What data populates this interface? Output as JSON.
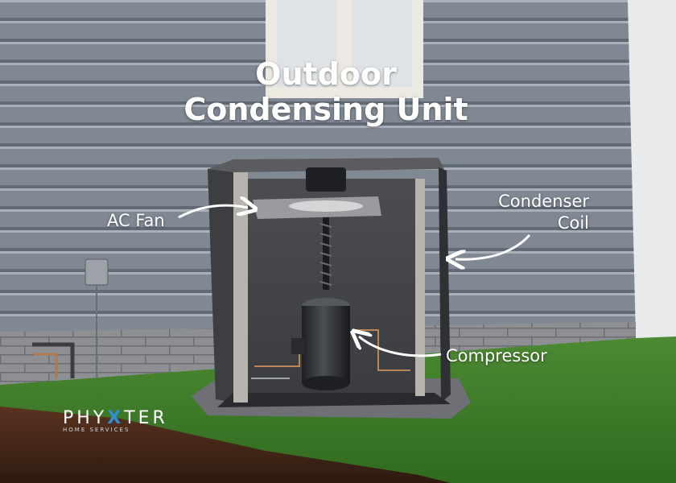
{
  "title": {
    "line1": "Outdoor",
    "line2": "Condensing Unit"
  },
  "labels": {
    "ac_fan": "AC Fan",
    "condenser_coil_line1": "Condenser",
    "condenser_coil_line2": "Coil",
    "compressor": "Compressor"
  },
  "logo": {
    "name_part1": "PHY",
    "name_x": "X",
    "name_part2": "TER",
    "tagline": "HOME SERVICES"
  },
  "colors": {
    "siding": "#7d8691",
    "grass": "#3f7a2a",
    "soil": "#4a2a1a",
    "unit": "#3a3c40",
    "logo_accent": "#2f8dd6",
    "text": "#ffffff"
  }
}
